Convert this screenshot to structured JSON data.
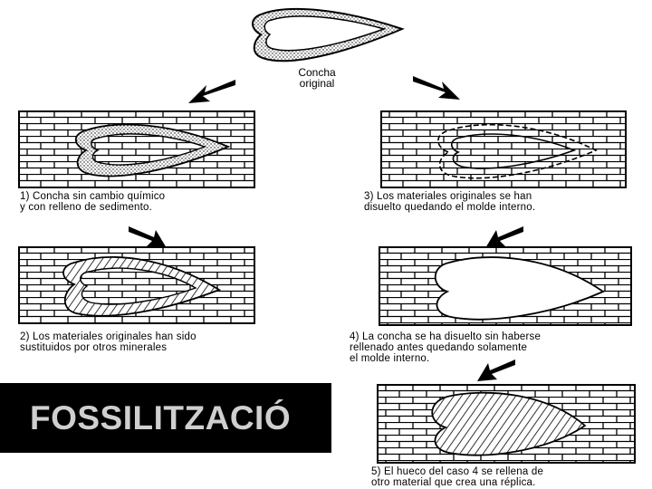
{
  "original": {
    "label_line1": "Concha",
    "label_line2": "original"
  },
  "steps": [
    {
      "caption_line1": "1) Concha sin cambio químico",
      "caption_line2": "y con relleno de sedimento."
    },
    {
      "caption_line1": "2) Los materiales originales han sido",
      "caption_line2": "sustituidos por otros minerales"
    },
    {
      "caption_line1": "3) Los materiales originales se han",
      "caption_line2": "disuelto quedando el molde interno."
    },
    {
      "caption_line1": "4) La concha se ha disuelto sin haberse",
      "caption_line2": "rellenado antes quedando solamente",
      "caption_line3": "el molde interno."
    },
    {
      "caption_line1": "5) El hueco del caso 4 se rellena de",
      "caption_line2": "otro material que crea una réplica."
    }
  ],
  "title": "FOSSILITZACIÓ",
  "colors": {
    "background": "#ffffff",
    "ink": "#000000",
    "title_box": "#000000",
    "title_text": "#cfcfcf"
  }
}
